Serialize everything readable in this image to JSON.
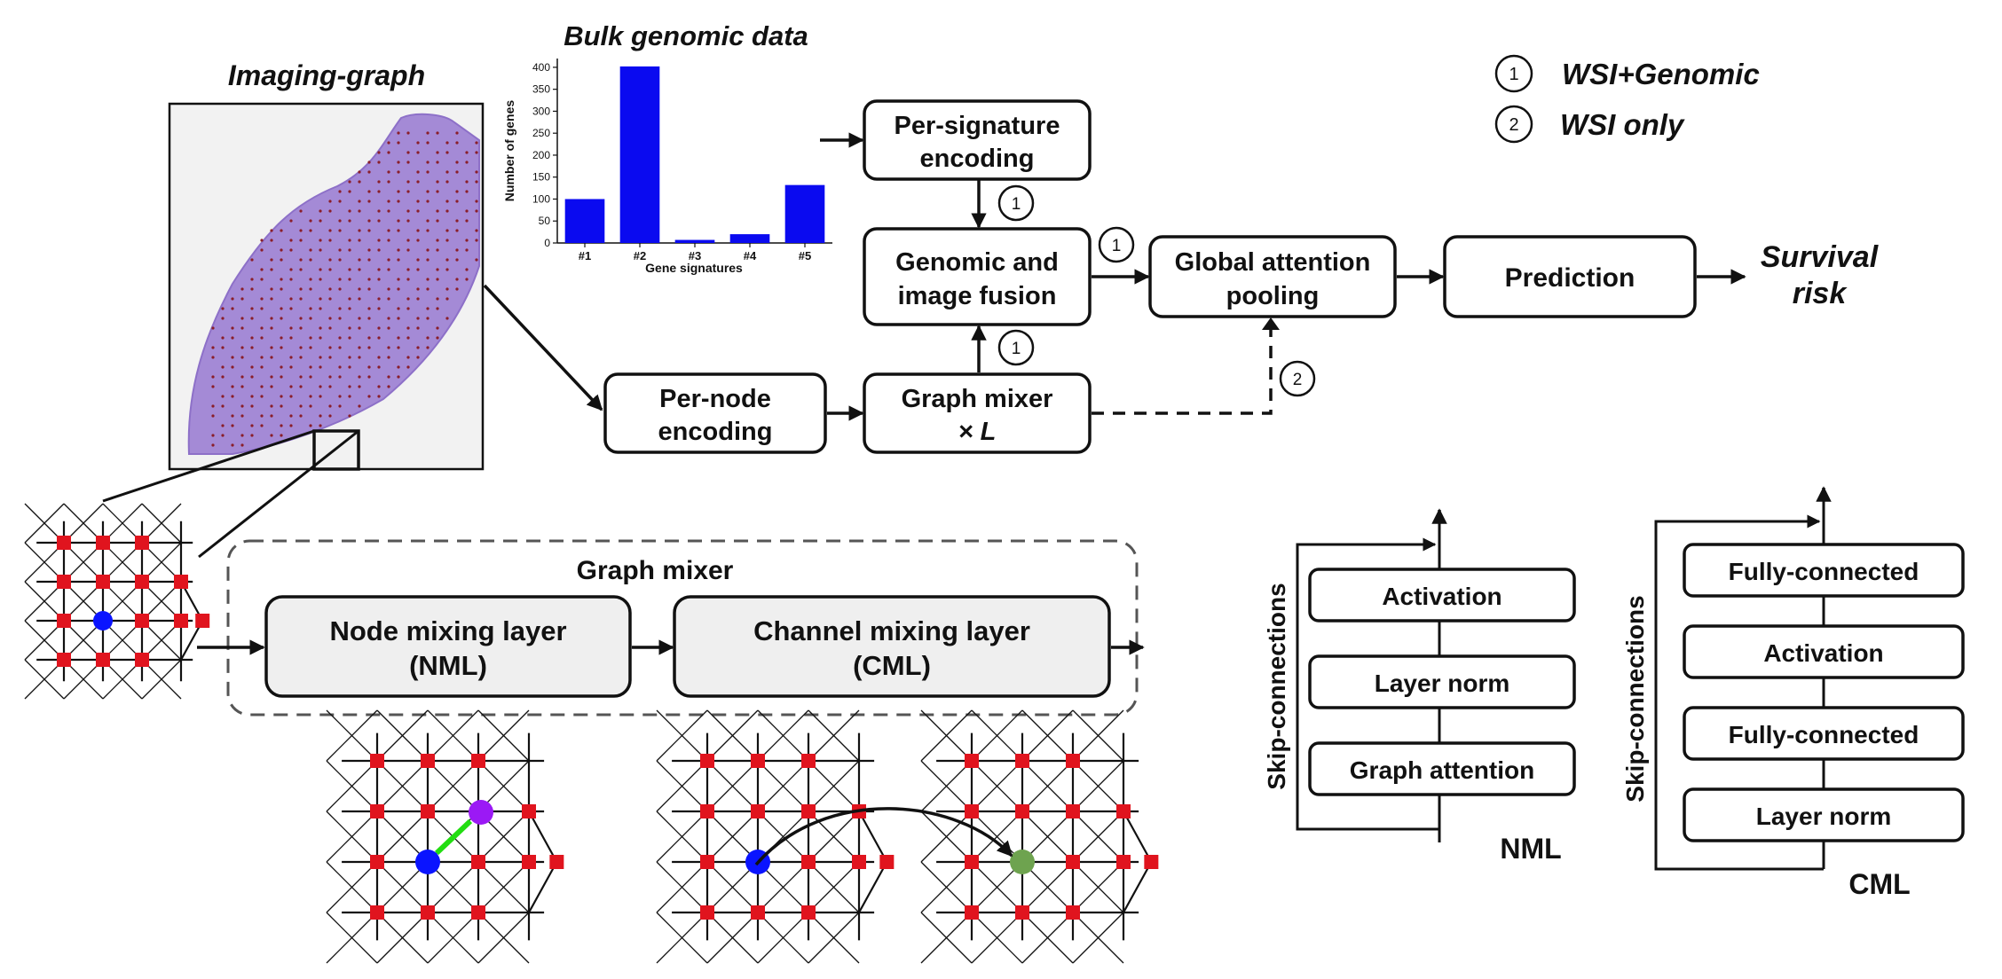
{
  "legend": {
    "items": [
      {
        "badge": "1",
        "label": "WSI+Genomic"
      },
      {
        "badge": "2",
        "label": "WSI only"
      }
    ]
  },
  "imaging_graph": {
    "title": "Imaging-graph"
  },
  "bulk": {
    "title": "Bulk genomic data"
  },
  "chart_data": {
    "type": "bar",
    "title": "",
    "categories": [
      "#1",
      "#2",
      "#3",
      "#4",
      "#5"
    ],
    "values": [
      100,
      402,
      7,
      20,
      132
    ],
    "xlabel": "Gene signatures",
    "ylabel": "Number of genes",
    "ylim": [
      0,
      420
    ],
    "yticks": [
      0,
      50,
      100,
      150,
      200,
      250,
      300,
      350,
      400
    ],
    "colors": {
      "bar": "#0a0af0"
    }
  },
  "pipeline": {
    "per_signature": [
      "Per-signature",
      "encoding"
    ],
    "fusion": [
      "Genomic and",
      "image fusion"
    ],
    "global_pool": [
      "Global attention",
      "pooling"
    ],
    "prediction": "Prediction",
    "survival": [
      "Survival",
      "risk"
    ],
    "per_node": [
      "Per-node",
      "encoding"
    ],
    "graph_mixer_box": [
      "Graph mixer",
      "× L"
    ],
    "badges": {
      "sig_to_fusion": "1",
      "fusion_to_pool": "1",
      "mixer_to_fusion": "1",
      "mixer_to_pool": "2"
    }
  },
  "graph_mixer": {
    "title": "Graph mixer",
    "nml": [
      "Node mixing layer",
      "(NML)"
    ],
    "cml": [
      "Channel mixing layer",
      "(CML)"
    ]
  },
  "nml_block": {
    "skip": "Skip-connections",
    "layers": [
      "Activation",
      "Layer norm",
      "Graph attention"
    ],
    "label": "NML"
  },
  "cml_block": {
    "skip": "Skip-connections",
    "layers": [
      "Fully-connected",
      "Activation",
      "Fully-connected",
      "Layer norm"
    ],
    "label": "CML"
  },
  "colors": {
    "node": "#e0141e",
    "highlight_blue": "#0a14ff",
    "highlight_purple": "#9b19f5",
    "highlight_green": "#6ea34f",
    "edge_green": "#22dd11",
    "tissue": "#a48ad6",
    "bar": "#0a0af0"
  }
}
